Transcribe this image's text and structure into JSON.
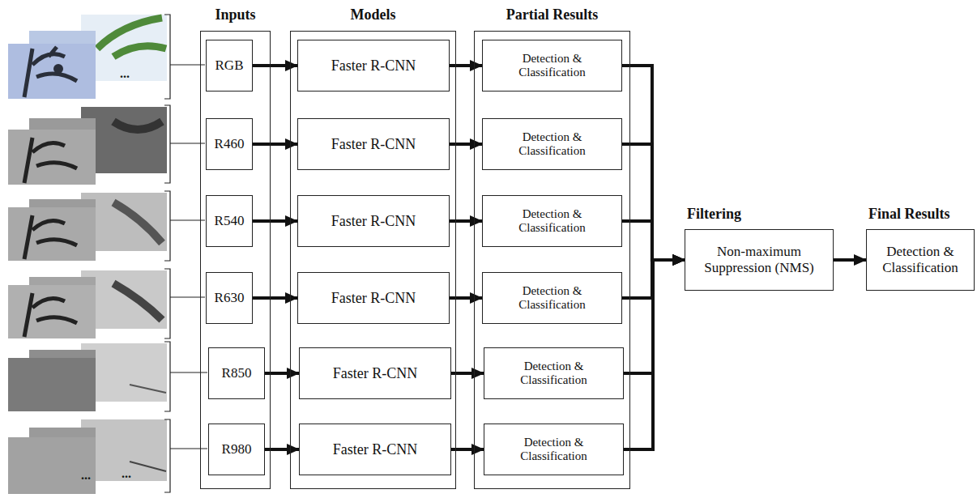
{
  "diagram": {
    "nodes": [
      {
        "text": [
          "Inputs"
        ]
      },
      {
        "text": [
          "RGB"
        ],
        "in": 0
      },
      {
        "text": [
          "R460"
        ],
        "in": 0
      },
      {
        "text": [
          "R540"
        ],
        "in": 0
      },
      {
        "text": [
          "R630"
        ],
        "in": 0
      },
      {
        "text": [
          "R850"
        ],
        "in": 0
      },
      {
        "text": [
          "R980"
        ],
        "in": 0
      },
      {
        "text": [
          "Models"
        ]
      },
      {
        "text": [
          "Faster R-CNN"
        ],
        "in": 7
      },
      {
        "text": [
          "Faster R-CNN"
        ],
        "in": 7
      },
      {
        "text": [
          "Faster R-CNN"
        ],
        "in": 7
      },
      {
        "text": [
          "Faster R-CNN"
        ],
        "in": 7
      },
      {
        "text": [
          "Faster R-CNN"
        ],
        "in": 7
      },
      {
        "text": [
          "Faster R-CNN"
        ],
        "in": 7
      },
      {
        "text": [
          "Partial Results"
        ]
      },
      {
        "text": [
          "Detection & Classification"
        ],
        "in": 14
      },
      {
        "text": [
          "Detection & Classification"
        ],
        "in": 14
      },
      {
        "text": [
          "Detection & Classification"
        ],
        "in": 14
      },
      {
        "text": [
          "Detection & Classification"
        ],
        "in": 14
      },
      {
        "text": [
          "Detection & Classification"
        ],
        "in": 14
      },
      {
        "text": [
          "Detection & Classification"
        ],
        "in": 14
      },
      {
        "text": [
          "Filtering",
          "Non-maximum Suppression (NMS)"
        ]
      },
      {
        "text": [
          "Final Results",
          "Detection & Classification"
        ]
      }
    ],
    "edges": [
      {
        "from": 1,
        "to": 8,
        "arrow": "to"
      },
      {
        "from": 2,
        "to": 9,
        "arrow": "to"
      },
      {
        "from": 3,
        "to": 10,
        "arrow": "to"
      },
      {
        "from": 4,
        "to": 11,
        "arrow": "to"
      },
      {
        "from": 5,
        "to": 12,
        "arrow": "to"
      },
      {
        "from": 6,
        "to": 13,
        "arrow": "to"
      },
      {
        "from": 8,
        "to": 15,
        "arrow": "to"
      },
      {
        "from": 9,
        "to": 16,
        "arrow": "to"
      },
      {
        "from": 10,
        "to": 17,
        "arrow": "to"
      },
      {
        "from": 11,
        "to": 18,
        "arrow": "to"
      },
      {
        "from": 12,
        "to": 19,
        "arrow": "to"
      },
      {
        "from": 13,
        "to": 20,
        "arrow": "to"
      },
      {
        "from": 15,
        "to": 21,
        "arrow": "to"
      },
      {
        "from": 16,
        "to": 21,
        "arrow": "to"
      },
      {
        "from": 17,
        "to": 21,
        "arrow": "to"
      },
      {
        "from": 18,
        "to": 21,
        "arrow": "to"
      },
      {
        "from": 19,
        "to": 21,
        "arrow": "to"
      },
      {
        "from": 20,
        "to": 21,
        "arrow": "to"
      },
      {
        "from": 21,
        "to": 22,
        "arrow": "to"
      }
    ],
    "labels": [
      "...",
      "...",
      "..."
    ]
  }
}
